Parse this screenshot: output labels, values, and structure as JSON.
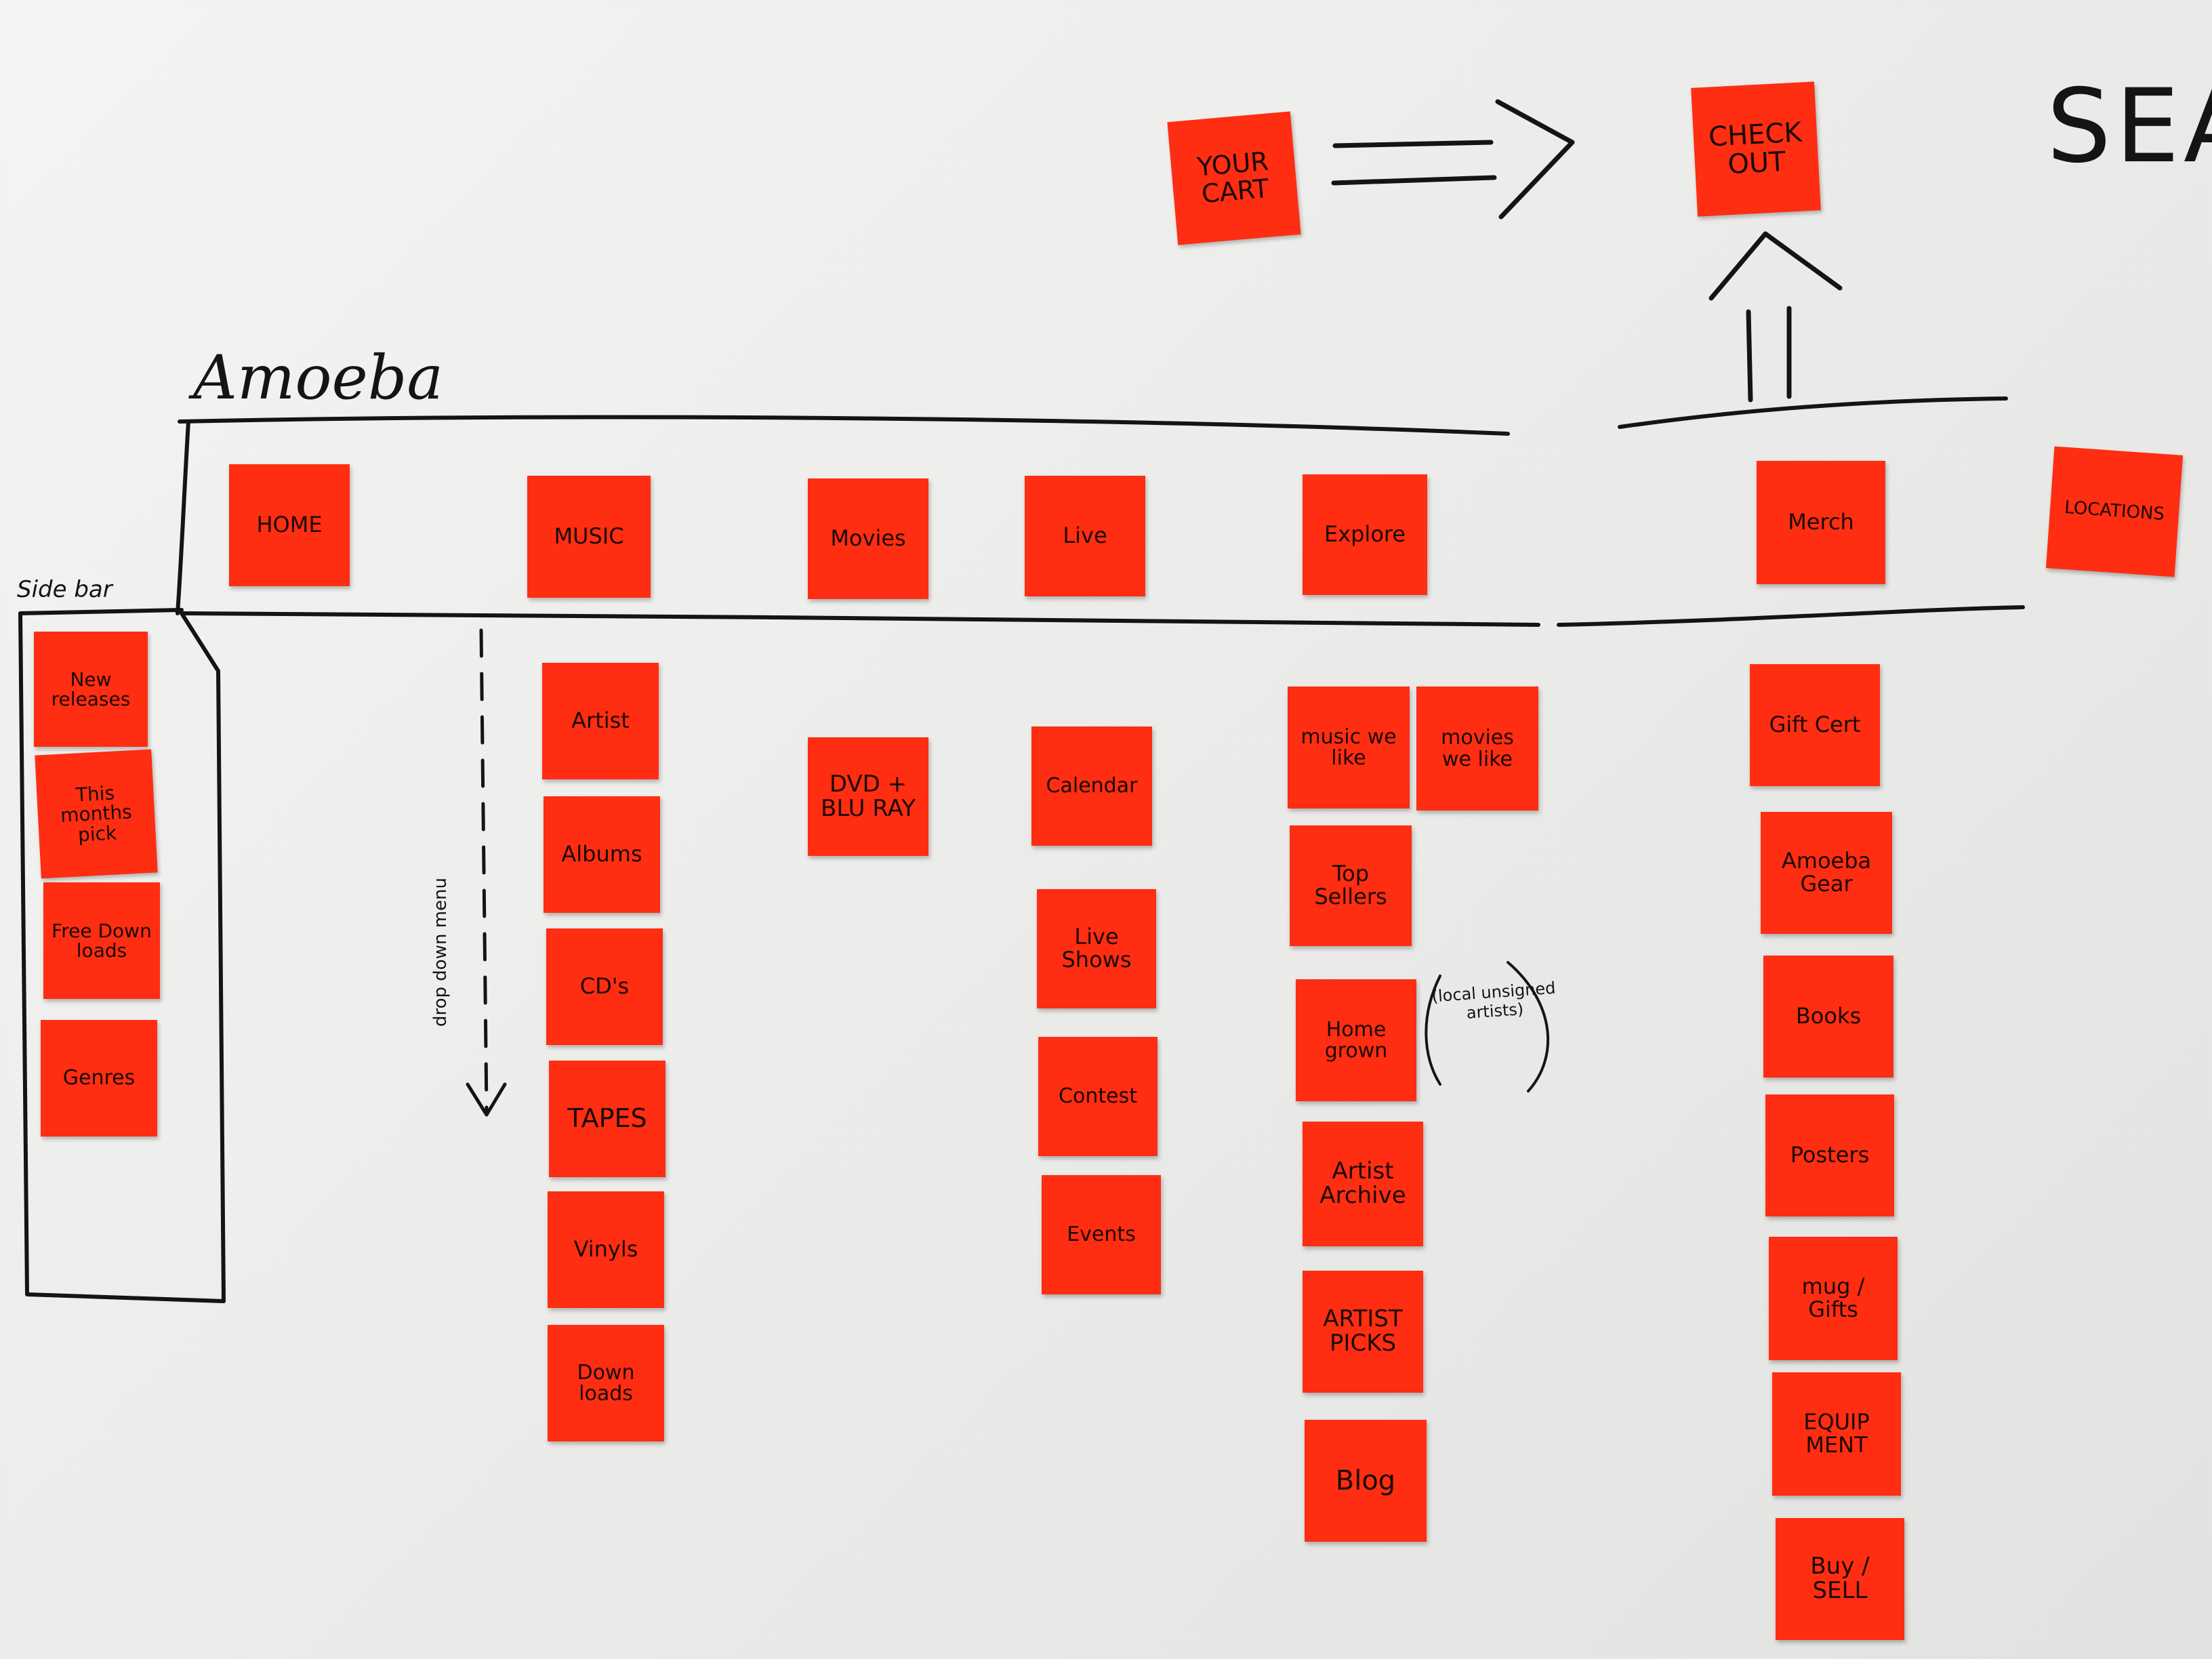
{
  "board": {
    "brand": "Amoeba",
    "sidebar_label": "Side bar",
    "dropdown_label": "drop down menu",
    "search_label": "SEA",
    "homegrown_note": "(local unsigned artists)"
  },
  "cart": {
    "your_cart": "YOUR CART",
    "check_out": "CHECK OUT"
  },
  "nav": [
    {
      "label": "HOME"
    },
    {
      "label": "MUSIC"
    },
    {
      "label": "Movies"
    },
    {
      "label": "Live"
    },
    {
      "label": "Explore"
    },
    {
      "label": "Merch"
    },
    {
      "label": "LOCATIONS"
    }
  ],
  "sidebar": [
    {
      "label": "New releases"
    },
    {
      "label": "This months pick"
    },
    {
      "label": "Free Down loads"
    },
    {
      "label": "Genres"
    }
  ],
  "music": [
    {
      "label": "Artist"
    },
    {
      "label": "Albums"
    },
    {
      "label": "CD's"
    },
    {
      "label": "TAPES"
    },
    {
      "label": "Vinyls"
    },
    {
      "label": "Down loads"
    }
  ],
  "movies": [
    {
      "label": "DVD + BLU RAY"
    }
  ],
  "live": [
    {
      "label": "Calendar"
    },
    {
      "label": "Live Shows"
    },
    {
      "label": "Contest"
    },
    {
      "label": "Events"
    }
  ],
  "explore": [
    {
      "label": "music we like"
    },
    {
      "label": "movies we like"
    },
    {
      "label": "Top Sellers"
    },
    {
      "label": "Home grown"
    },
    {
      "label": "Artist Archive"
    },
    {
      "label": "ARTIST PICKS"
    },
    {
      "label": "Blog"
    }
  ],
  "merch": [
    {
      "label": "Gift Cert"
    },
    {
      "label": "Amoeba Gear"
    },
    {
      "label": "Books"
    },
    {
      "label": "Posters"
    },
    {
      "label": "mug / Gifts"
    },
    {
      "label": "EQUIP MENT"
    },
    {
      "label": "Buy / SELL"
    }
  ],
  "colors": {
    "sticky": "#ff2d12",
    "marker": "#141414",
    "board": "#f0f0ee"
  }
}
